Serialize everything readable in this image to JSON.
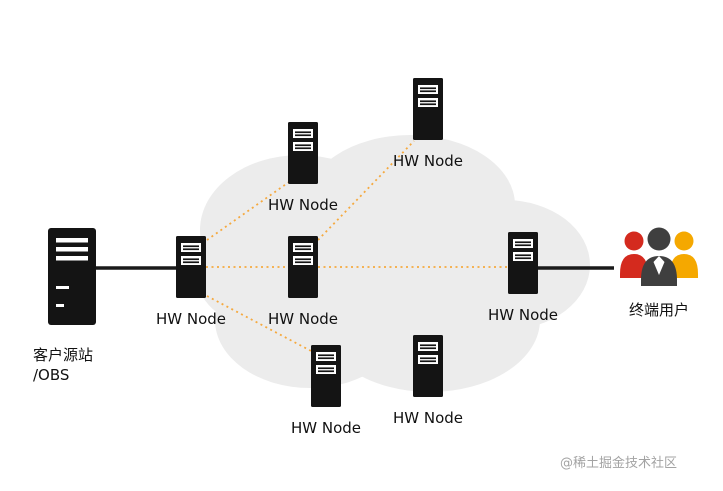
{
  "diagram": {
    "origin": {
      "label_line1": "客户源站",
      "label_line2": "/OBS"
    },
    "nodes": [
      {
        "id": "hw-node-left",
        "label": "HW Node"
      },
      {
        "id": "hw-node-top-middle",
        "label": "HW Node"
      },
      {
        "id": "hw-node-top-right",
        "label": "HW Node"
      },
      {
        "id": "hw-node-center",
        "label": "HW Node"
      },
      {
        "id": "hw-node-bottom-middle",
        "label": "HW Node"
      },
      {
        "id": "hw-node-bottom-right",
        "label": "HW Node"
      },
      {
        "id": "hw-node-right",
        "label": "HW Node"
      }
    ],
    "end_users": {
      "label": "终端用户"
    },
    "edges": {
      "solid": [
        "origin-server -> hw-node-left",
        "hw-node-right -> end-users"
      ],
      "dotted": [
        "hw-node-left -> hw-node-top-middle",
        "hw-node-left -> hw-node-center",
        "hw-node-left -> hw-node-bottom-middle",
        "hw-node-center -> hw-node-top-right",
        "hw-node-center -> hw-node-right"
      ]
    },
    "colors": {
      "solid_line": "#1a1a1a",
      "dotted_line": "#f5a93f",
      "cloud": "#ececec",
      "server_body": "#141414",
      "user_red": "#d42a1e",
      "user_dark": "#3f3f3f",
      "user_orange": "#f5a800"
    }
  },
  "watermark": "@稀土掘金技术社区"
}
